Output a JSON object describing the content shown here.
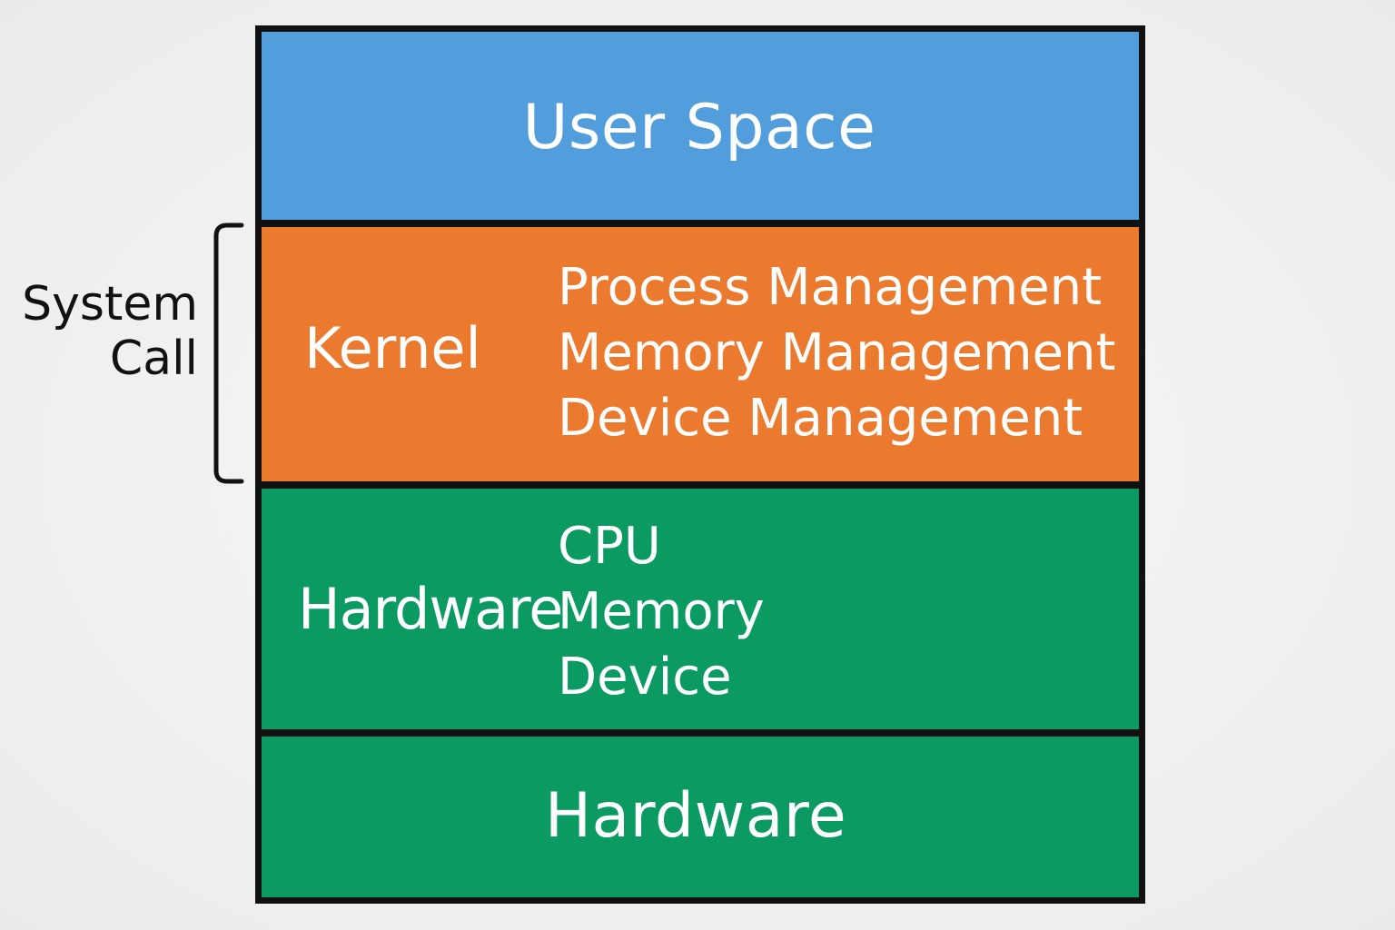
{
  "system_call": {
    "line1": "System",
    "line2": "Call"
  },
  "layers": {
    "user": {
      "title": "User Space",
      "color": "#529ddb"
    },
    "kernel": {
      "label": "Kernel",
      "color": "#eb792e",
      "items": [
        "Process Management",
        "Memory Management",
        "Device Management"
      ]
    },
    "hardware_detail": {
      "label": "Hardware",
      "color": "#0b9b62",
      "items": [
        "CPU",
        "Memory",
        "Device"
      ]
    },
    "hardware": {
      "title": "Hardware",
      "color": "#0b9b62"
    }
  }
}
